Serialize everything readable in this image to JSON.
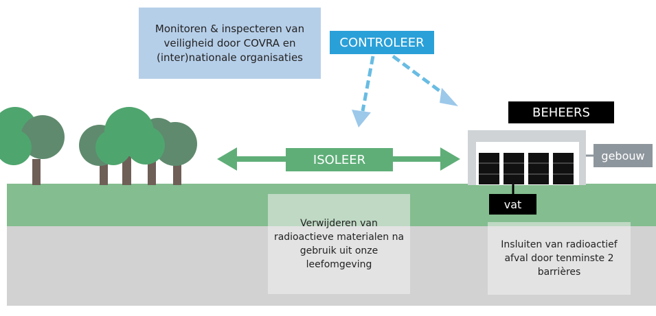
{
  "top_box": {
    "text": "Monitoren & inspecteren van veiligheid door COVRA en (inter)nationale organisaties"
  },
  "labels": {
    "controleer": "CONTROLEER",
    "beheers": "BEHEERS",
    "isoleer": "ISOLEER",
    "gebouw": "gebouw",
    "vat": "vat"
  },
  "bottom_left_box": {
    "text": "Verwijderen van radioactieve materialen na gebruik uit onze leefomgeving"
  },
  "bottom_right_box": {
    "text": "Insluiten van radioactief afval door tenminste 2 barrières"
  },
  "colors": {
    "controleer": "#2aa0d8",
    "isoleer": "#5fae78",
    "beheers": "#000000",
    "gebouw": "#8e969d",
    "ground_green": "#84bd8f",
    "ground_grey": "#d2d2d2",
    "info_top": "#b6cfe9",
    "tree_light": "#4fa56e",
    "tree_dark": "#5f8a6e",
    "trunk": "#6e5f57"
  }
}
